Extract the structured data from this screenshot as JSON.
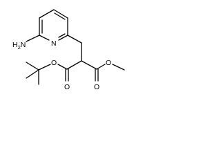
{
  "molecule": {
    "atoms": {
      "amine_n": "N",
      "amine_h": "H",
      "amine_h_count": "2",
      "ring_n": "N",
      "ester_o_tbu": "O",
      "carbonyl_o_left": "O",
      "ester_o_methyl": "O",
      "carbonyl_o_right": "O"
    }
  }
}
